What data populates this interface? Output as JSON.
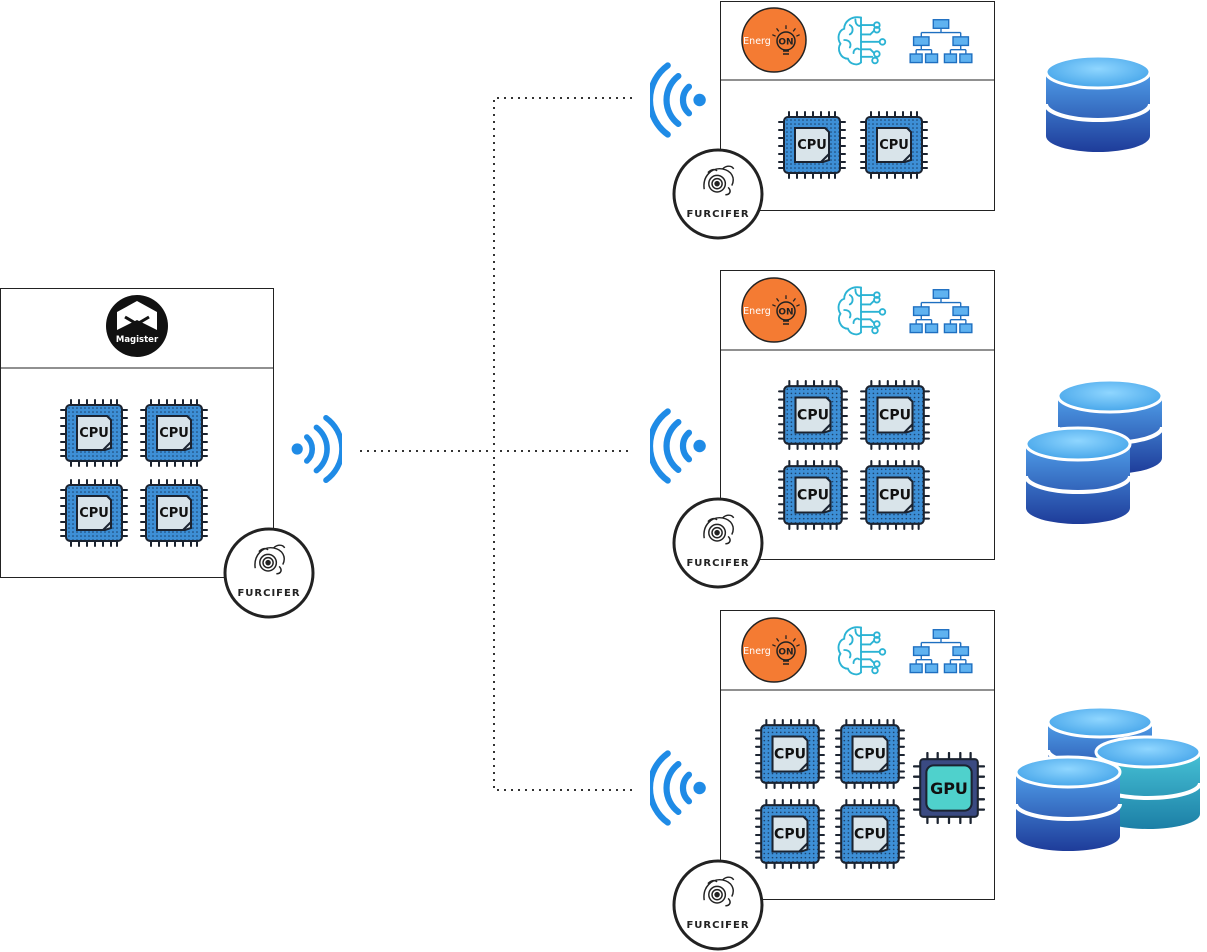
{
  "chip": {
    "cpu_label": "CPU",
    "gpu_label": "GPU"
  },
  "logos": {
    "magister": "Magister",
    "furcifer": "FURCIFER",
    "energon_prefix": "Energ",
    "energon_suffix": "ON"
  },
  "colors": {
    "chip_fill": "#3d8fd6",
    "chip_border": "#1b2330",
    "chip_die": "#d9e4ea",
    "gpu_outer": "#3a4a82",
    "gpu_die": "#4fd1cc",
    "wifi": "#1f8be6",
    "energon": "#f47b33",
    "brain": "#2bb3d4",
    "hierarchy": "#2f86d6",
    "db_top": "#5ab6f4",
    "db_bottom": "#1e3c9a",
    "line": "#333333"
  },
  "master": {
    "cpu_count": 4
  },
  "workers": [
    {
      "cpu_count": 2,
      "gpu_count": 0,
      "db_count": 1
    },
    {
      "cpu_count": 4,
      "gpu_count": 0,
      "db_count": 2
    },
    {
      "cpu_count": 4,
      "gpu_count": 1,
      "db_count": 3
    }
  ]
}
